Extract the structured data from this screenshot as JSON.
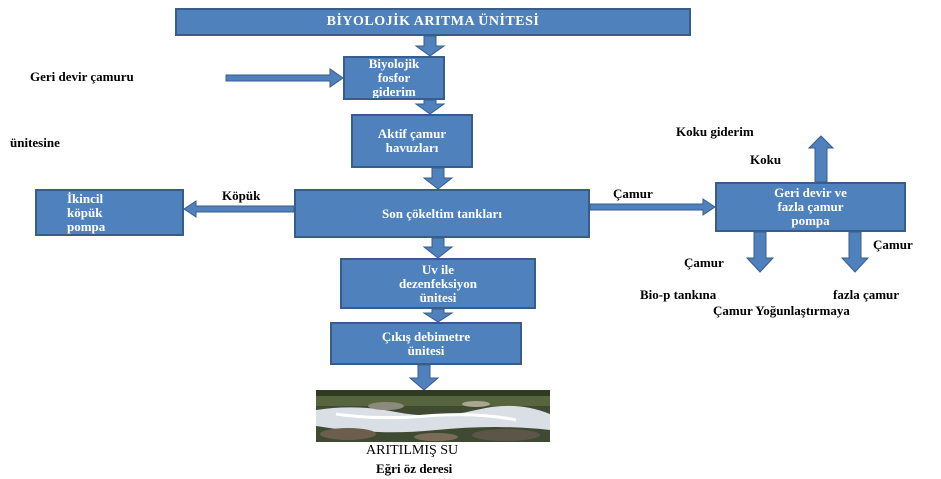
{
  "colors": {
    "box_fill": "#4f81bd",
    "box_border": "#385d8a",
    "arrow": "#4f81bd",
    "box_text": "#ffffff",
    "label_text": "#000000"
  },
  "boxes": {
    "title": "BİYOLOJİK ARITMA ÜNİTESİ",
    "bio_p": "Biyolojik\nfosfor\ngiderim",
    "active_sludge": "Aktif çamur\nhavuzları",
    "final_clarifier": "Son çökeltim tankları",
    "foam_pump": "İkincil\nköpük\npompa",
    "uv": "Uv ile\ndezenfeksiyon\nünitesi",
    "outlet_meter": "Çıkış debimetre\nünitesi",
    "return_pump": "Geri devir ve\nfazla çamur\npompa"
  },
  "labels": {
    "return_sludge": "Geri devir çamuru",
    "unit_to": "ünitesine",
    "foam": "Köpük",
    "sludge_right": "Çamur",
    "odor_removal": "Koku giderim",
    "odor": "Koku",
    "sludge_down_left": "Çamur",
    "sludge_down_right": "Çamur",
    "biop_tank": "Bio-p tankına",
    "excess_sludge": "fazla çamur",
    "thickening": "Çamur Yoğunlaştırmaya",
    "treated_water": "ARITILMIŞ SU",
    "creek": "Eğri öz deresi"
  }
}
